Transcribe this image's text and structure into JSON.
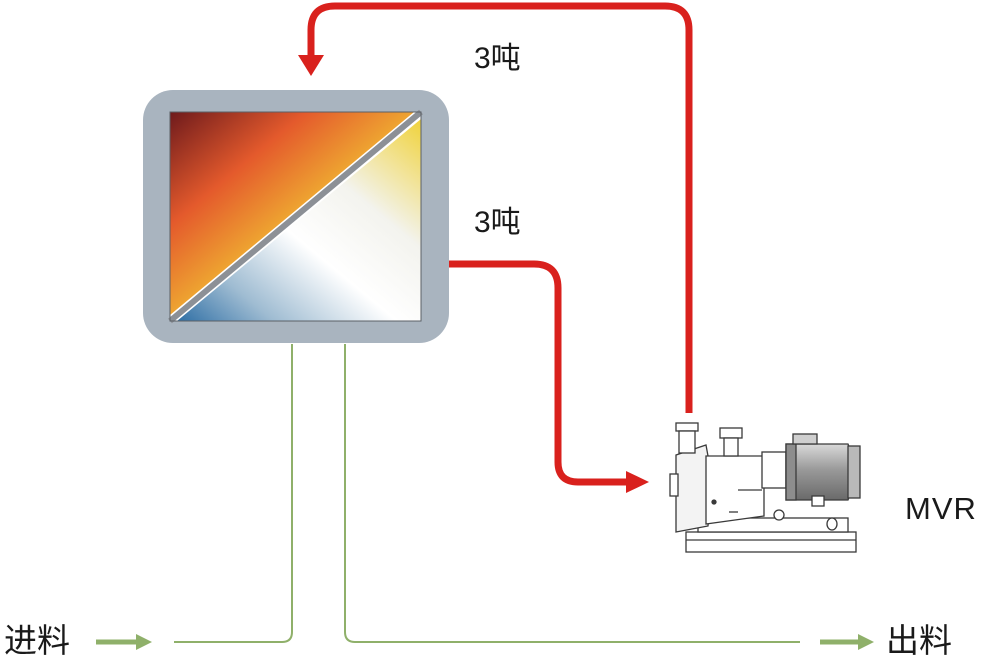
{
  "labels": {
    "top_flow": "3吨",
    "mid_flow": "3吨",
    "compressor": "MVR",
    "inlet": "进料",
    "outlet": "出料"
  },
  "colors": {
    "steam_line": "#d9211d",
    "liquid_line": "#8fb06a",
    "evaporator_frame": "#a9b4bf"
  },
  "icons": {
    "compressor": "centrifugal-compressor-with-motor",
    "evaporator": "heat-exchanger-panel"
  }
}
